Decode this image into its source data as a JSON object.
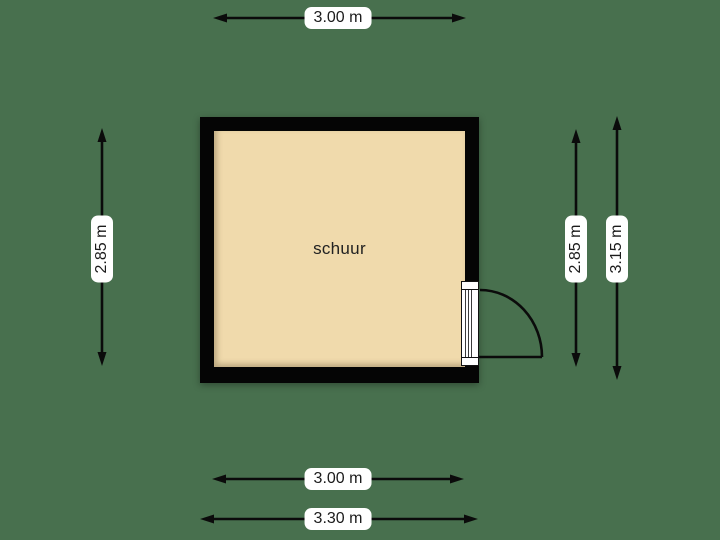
{
  "room": {
    "name": "schuur",
    "door": "right-wall-outward-swing"
  },
  "dimensions": {
    "top": "3.00 m",
    "left": "2.85 m",
    "right_inner": "2.85 m",
    "right_outer": "3.15 m",
    "bottom_inner": "3.00 m",
    "bottom_outer": "3.30 m"
  },
  "colors": {
    "background": "#48704E",
    "floor": "#F0DAAC",
    "wall": "#050505",
    "dimension_line": "#0B0B0B",
    "label_background": "#FFFFFF",
    "label_text": "#1B1B1B"
  }
}
